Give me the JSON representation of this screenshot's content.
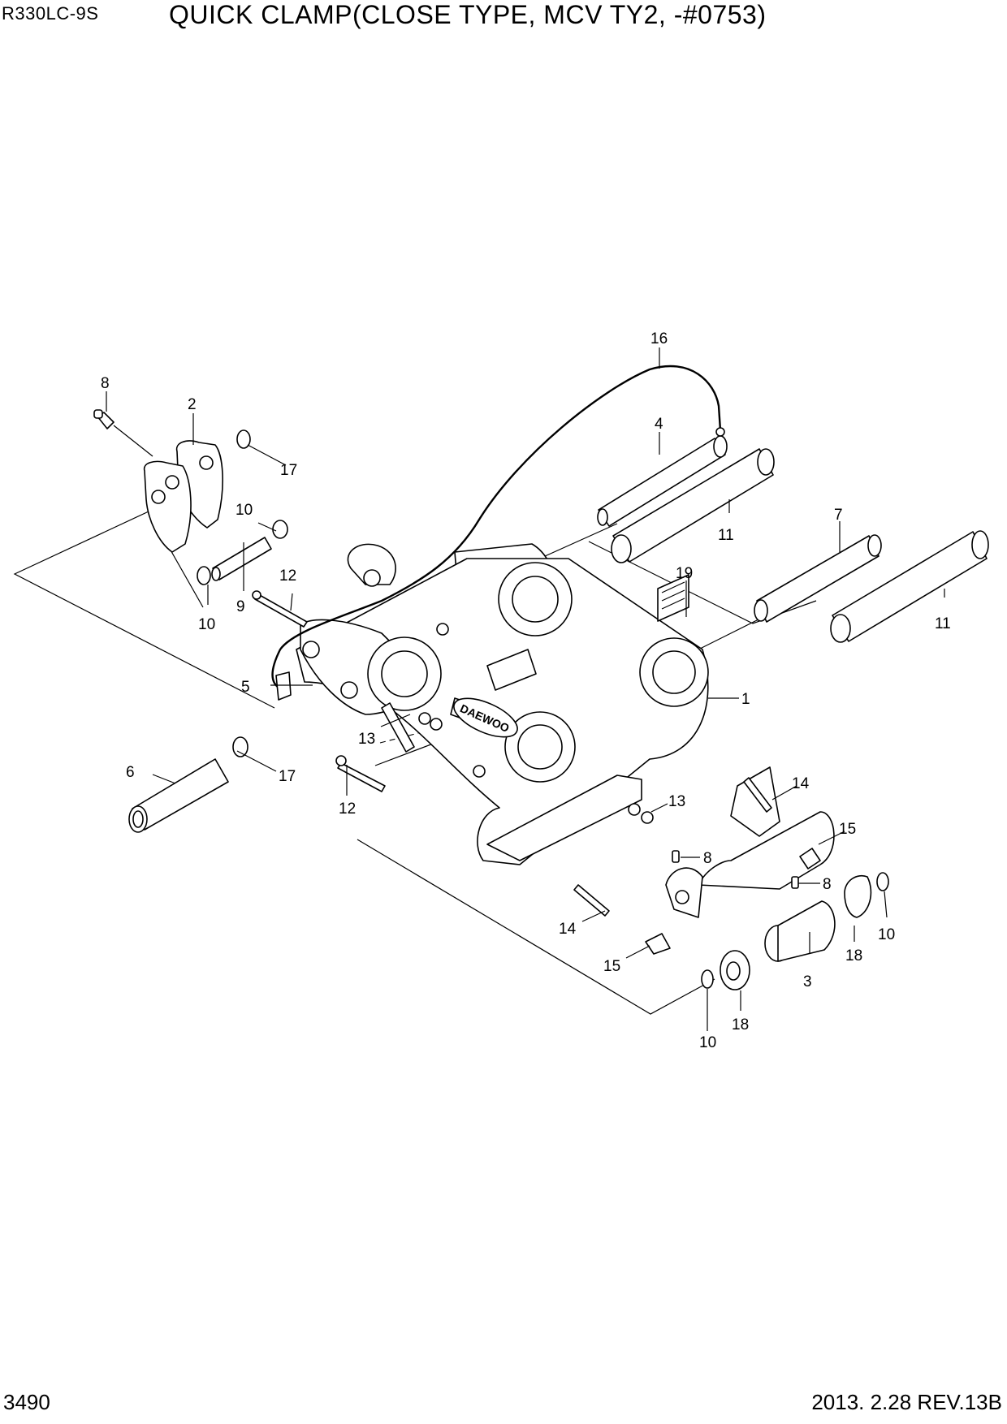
{
  "header": {
    "model": "R330LC-9S",
    "title": "QUICK CLAMP(CLOSE TYPE, MCV TY2, -#0753)"
  },
  "footer": {
    "page_number": "3490",
    "revision": "2013. 2.28  REV.13B"
  },
  "diagram": {
    "logo_text": "DAEWOO",
    "callouts": [
      "1",
      "2",
      "3",
      "4",
      "5",
      "6",
      "7",
      "8",
      "9",
      "10",
      "11",
      "12",
      "13",
      "14",
      "15",
      "16",
      "17",
      "18",
      "19"
    ]
  }
}
